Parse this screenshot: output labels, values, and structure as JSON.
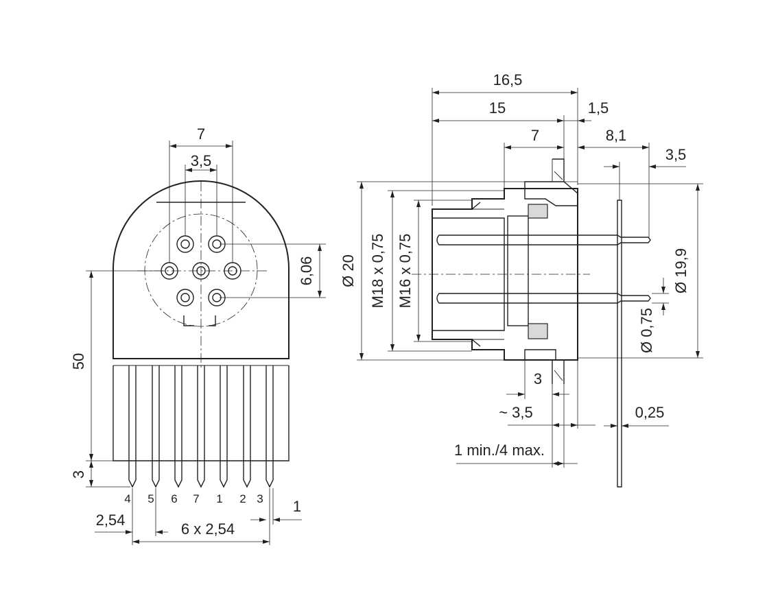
{
  "front_view": {
    "dims": {
      "width_7": "7",
      "width_3_5": "3,5",
      "height_6_06": "6,06",
      "height_50": "50",
      "height_3": "3",
      "pitch_2_54": "2,54",
      "pitch_6x": "6 x 2,54",
      "pin_1": "1"
    },
    "pin_labels": [
      "4",
      "5",
      "6",
      "7",
      "1",
      "2",
      "3"
    ]
  },
  "side_view": {
    "dims": {
      "d16_5": "16,5",
      "d15": "15",
      "d1_5": "1,5",
      "d7": "7",
      "d8_1": "8,1",
      "d3_5_top": "3,5",
      "dia20": "Ø 20",
      "m18": "M18 x 0,75",
      "m16": "M16 x 0,75",
      "dia19_9": "Ø 19,9",
      "dia0_75": "Ø 0,75",
      "d3": "3",
      "approx3_5": "~ 3,5",
      "d0_25": "0,25",
      "panel": "1 min./4 max."
    }
  }
}
